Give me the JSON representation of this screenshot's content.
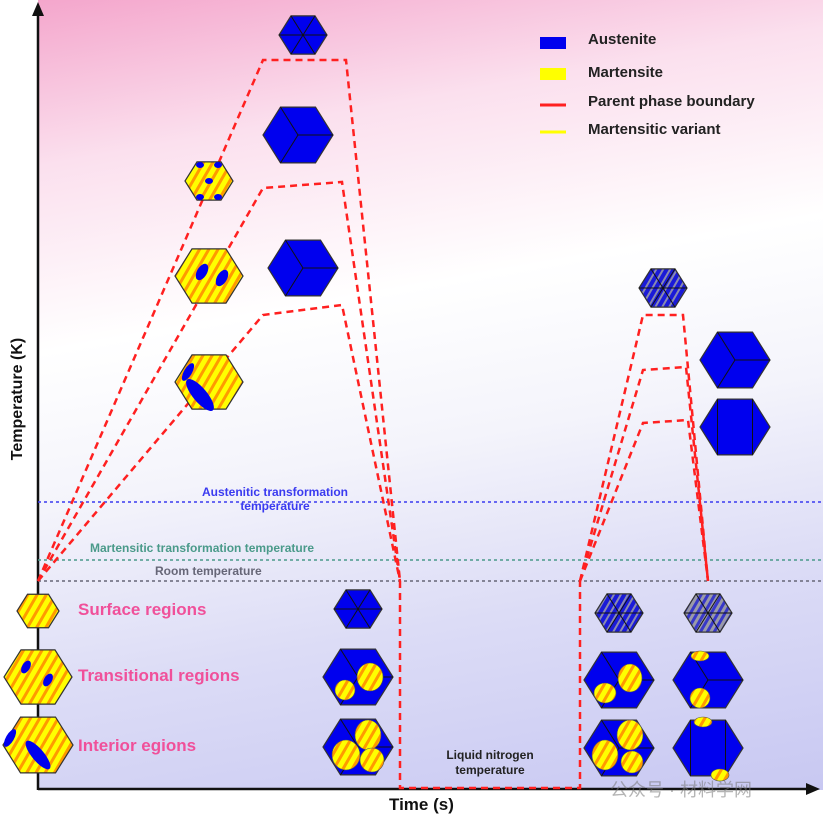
{
  "axes": {
    "y_label": "Temperature (K)",
    "x_label": "Time (s)"
  },
  "legend": [
    {
      "label": "Austenite",
      "swatch": "fill",
      "color": "#0000ee"
    },
    {
      "label": "Martensite",
      "swatch": "fill",
      "color": "#ffff00"
    },
    {
      "label": "Parent phase boundary",
      "swatch": "line",
      "color": "#ff2020"
    },
    {
      "label": "Martensitic variant",
      "swatch": "line",
      "color": "#ffff00"
    }
  ],
  "reference_lines": [
    {
      "label": "Austenitic transformation temperature",
      "label_lines": [
        "Austenitic transformation",
        "temperature"
      ],
      "color": "#3a3af0"
    },
    {
      "label": "Martensitic transformation temperature",
      "color": "#4a9a8a"
    },
    {
      "label": "Room temperature",
      "color": "#666677"
    }
  ],
  "regions": [
    "Surface regions",
    "Transitional regions",
    "Interior egions"
  ],
  "annotation": {
    "lines": [
      "Liquid nitrogen",
      "temperature"
    ]
  },
  "watermark": "公众号 · 材料学网",
  "colors": {
    "austenite": "#0000ee",
    "martensite": "#ffff00",
    "stripe": "#ff8800",
    "boundary": "#ff2020"
  }
}
